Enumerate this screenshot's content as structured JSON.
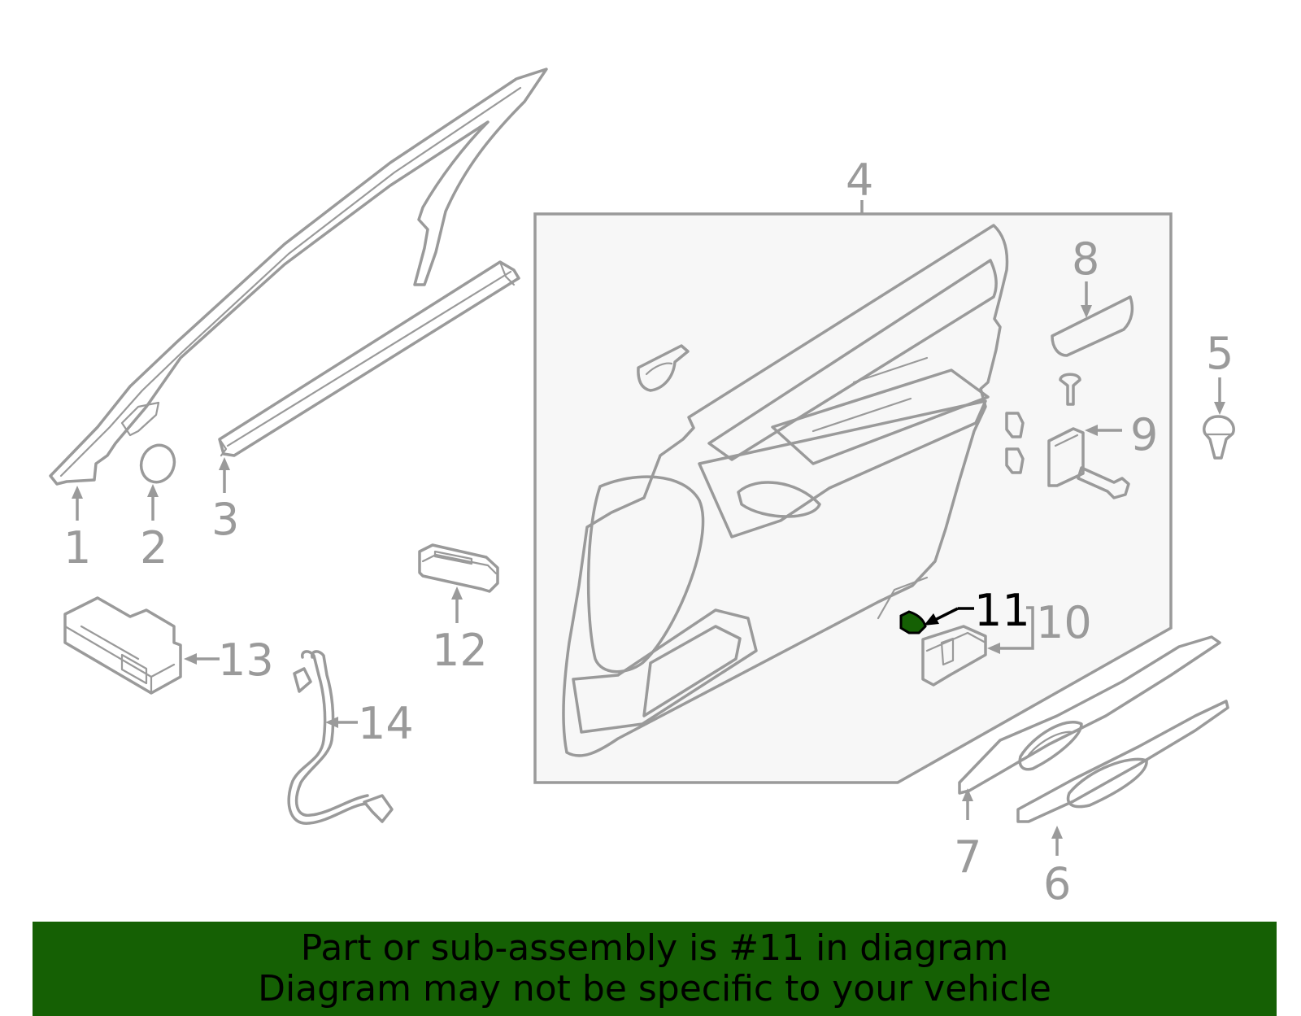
{
  "diagram": {
    "highlighted_part": "11",
    "highlight_color": "#156004",
    "line_color": "#9a9a9a",
    "callouts": [
      {
        "id": "1",
        "part": "front-door-glass-run-channel"
      },
      {
        "id": "2",
        "part": "grommet"
      },
      {
        "id": "3",
        "part": "belt-weatherstrip"
      },
      {
        "id": "4",
        "part": "door-trim-panel-assembly"
      },
      {
        "id": "5",
        "part": "push-clip"
      },
      {
        "id": "6",
        "part": "lower-garnish"
      },
      {
        "id": "7",
        "part": "upper-garnish"
      },
      {
        "id": "8",
        "part": "trim-cover"
      },
      {
        "id": "9",
        "part": "bracket-and-bolt"
      },
      {
        "id": "10",
        "part": "switch-assembly"
      },
      {
        "id": "11",
        "part": "switch-bezel"
      },
      {
        "id": "12",
        "part": "window-switch"
      },
      {
        "id": "13",
        "part": "control-module"
      },
      {
        "id": "14",
        "part": "wire-harness"
      }
    ]
  },
  "banner": {
    "line1": "Part or sub-assembly is #11 in diagram",
    "line2": "Diagram may not be specific to your vehicle",
    "background": "#156004"
  }
}
